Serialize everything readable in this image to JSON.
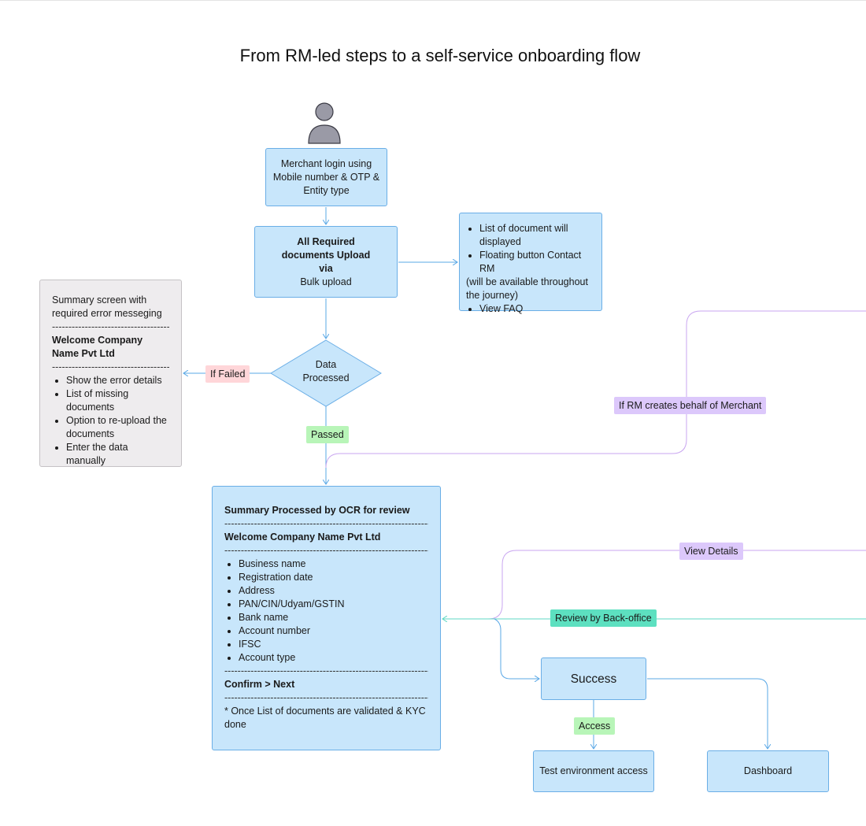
{
  "title": "From RM-led steps to a self-service onboarding flow",
  "login_box": [
    "Merchant login using",
    "Mobile number & OTP &",
    "Entity type"
  ],
  "upload_box": {
    "line1": "All Required",
    "line2": "documents Upload",
    "line3": "via",
    "line4": "Bulk upload"
  },
  "doc_list_box": {
    "bullet1": "List of document will displayed",
    "bullet2": "Floating button Contact RM",
    "note": "(will be available throughout the journey)",
    "bullet3": "View FAQ"
  },
  "decision": {
    "line1": "Data",
    "line2": "Processed"
  },
  "failed_box": {
    "heading": "Summary screen with required error messeging",
    "divider": "------------------------------------------------------------",
    "company": "Welcome Company Name Pvt Ltd",
    "items": [
      "Show the error details",
      "List of missing documents",
      "Option to re-upload the documents",
      "Enter the data manually"
    ]
  },
  "labels": {
    "if_failed": "If Failed",
    "passed": "Passed",
    "rm_creates": "If RM creates behalf of Merchant",
    "view_details": "View Details",
    "review_backoffice": "Review by Back-office",
    "access": "Access"
  },
  "summary_box": {
    "heading": "Summary Processed by OCR for review",
    "divider": "------------------------------------------------------------------------------------------",
    "company": "Welcome Company Name Pvt Ltd",
    "items": [
      "Business name",
      "Registration date",
      "Address",
      "PAN/CIN/Udyam/GSTIN",
      "Bank name",
      "Account number",
      "IFSC",
      "Account type"
    ],
    "confirm": "Confirm > Next",
    "note": "* Once List of documents are validated & KYC done"
  },
  "success": "Success",
  "test_env": "Test environment access",
  "dashboard": "Dashboard",
  "colors": {
    "box_fill": "#c8e6fb",
    "box_border": "#6aaee6",
    "wire_blue": "#5aa8e6",
    "wire_purple": "#c9a6f0",
    "wire_teal": "#5fd8c4",
    "failed_fill": "#eeecee"
  }
}
